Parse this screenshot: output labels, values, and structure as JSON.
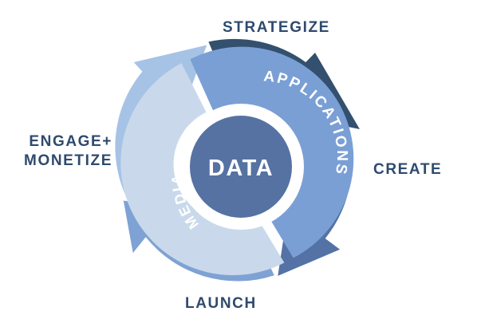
{
  "diagram": {
    "center": "DATA",
    "inner_ring": [
      "APPLICATIONS",
      "MEDIA"
    ],
    "stages": {
      "strategize": "STRATEGIZE",
      "create": "CREATE",
      "launch": "LAUNCH",
      "engage_line1": "ENGAGE+",
      "engage_line2": "MONETIZE"
    },
    "colors": {
      "strategize_arrow": "#34506f",
      "create_arrow": "#5472a6",
      "launch_arrow": "#7fa2d5",
      "engage_arrow": "#a6c3e6",
      "applications_ring": "#7a9fd5",
      "media_ring": "#c9d9eb",
      "center": "#5672a3",
      "label_text": "#2f4a6e"
    }
  }
}
